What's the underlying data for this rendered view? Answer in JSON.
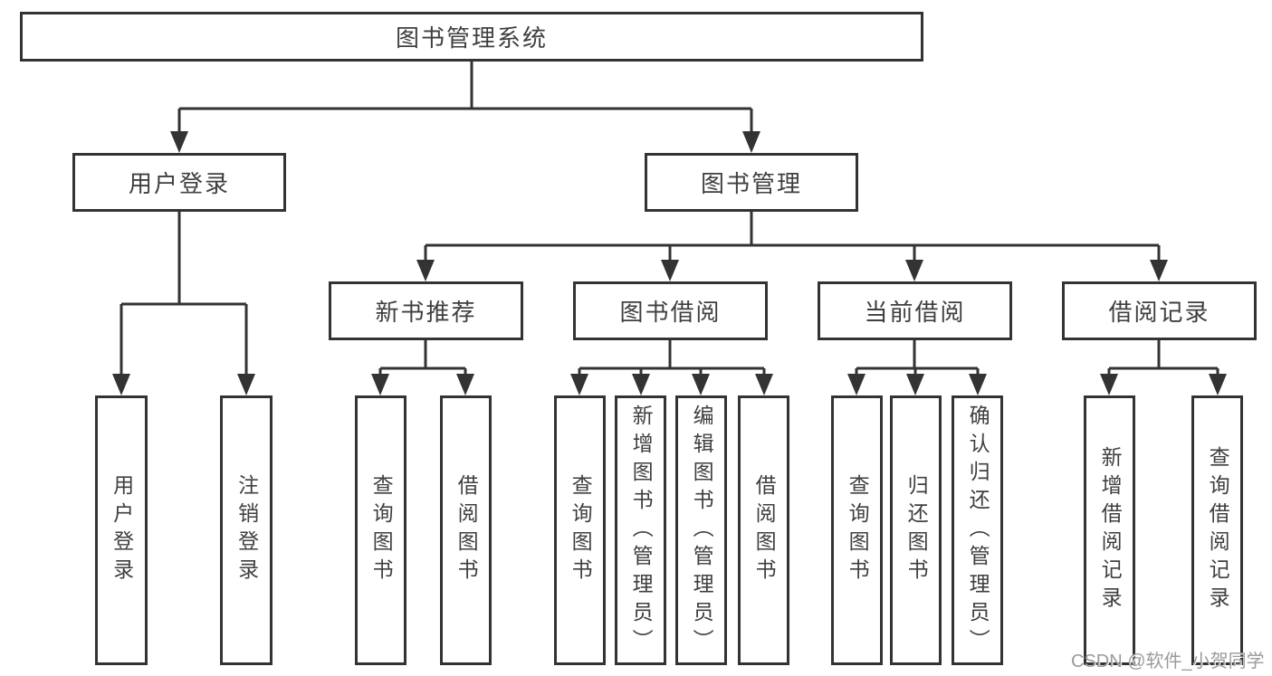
{
  "tree": {
    "label": "图书管理系统",
    "children": [
      {
        "label": "用户登录",
        "children": [
          {
            "label": "用户登录"
          },
          {
            "label": "注销登录"
          }
        ]
      },
      {
        "label": "图书管理",
        "children": [
          {
            "label": "新书推荐",
            "children": [
              {
                "label": "查询图书"
              },
              {
                "label": "借阅图书"
              }
            ]
          },
          {
            "label": "图书借阅",
            "children": [
              {
                "label": "查询图书"
              },
              {
                "label": "新增图书（管理员）"
              },
              {
                "label": "编辑图书（管理员）"
              },
              {
                "label": "借阅图书"
              }
            ]
          },
          {
            "label": "当前借阅",
            "children": [
              {
                "label": "查询图书"
              },
              {
                "label": "归还图书"
              },
              {
                "label": "确认归还（管理员）"
              }
            ]
          },
          {
            "label": "借阅记录",
            "children": [
              {
                "label": "新增借阅记录"
              },
              {
                "label": "查询借阅记录"
              }
            ]
          }
        ]
      }
    ]
  },
  "watermark": {
    "text": "CSDN @软件_小贺同学"
  },
  "colors": {
    "line": "#333333",
    "text": "#3f3f3f",
    "watermark": "#9a9a9f",
    "background": "#ffffff"
  }
}
